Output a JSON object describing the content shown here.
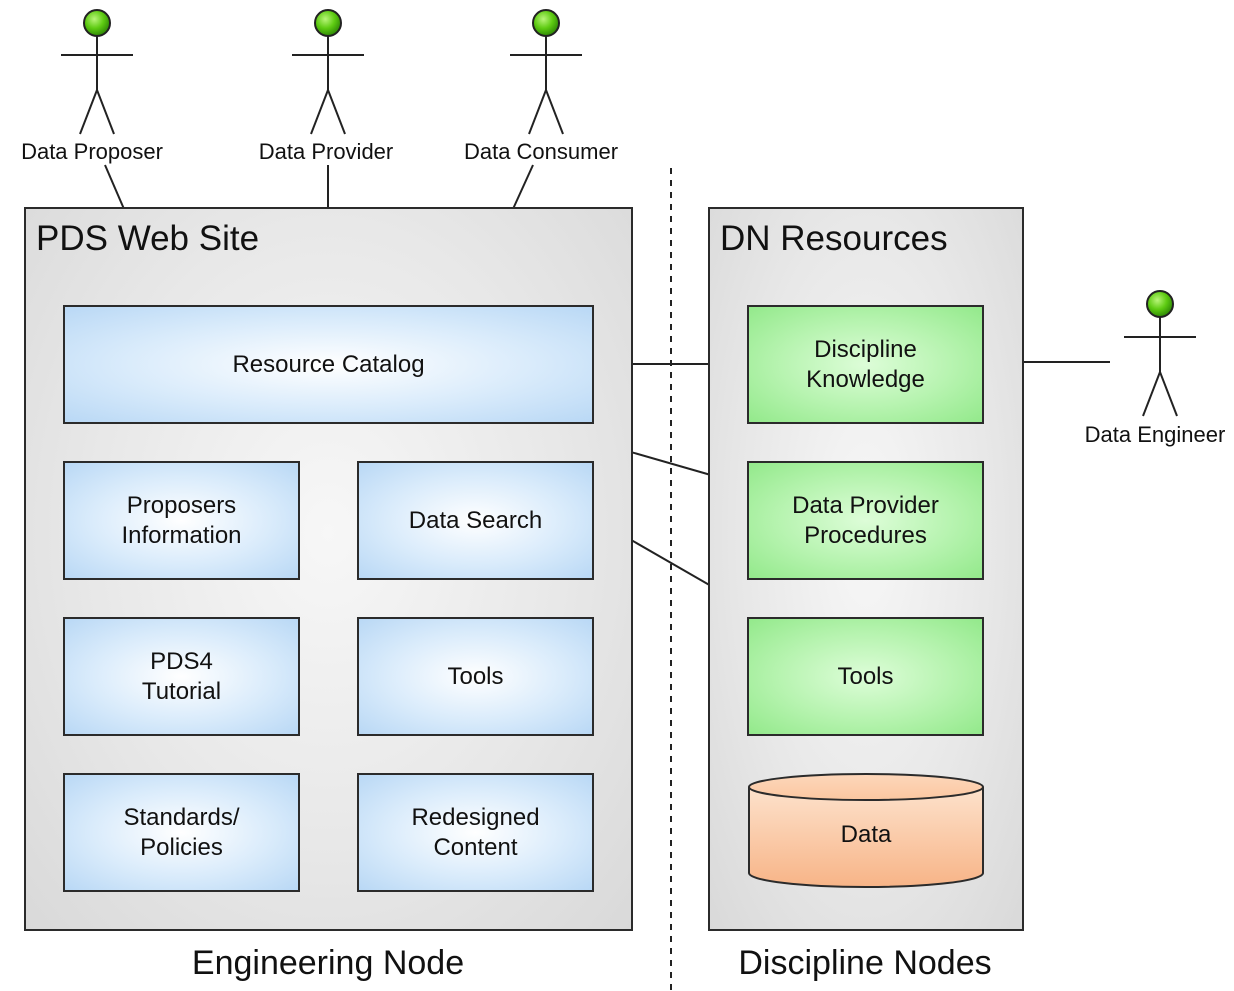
{
  "actors": {
    "proposer": "Data Proposer",
    "provider": "Data Provider",
    "consumer": "Data Consumer",
    "engineer": "Data Engineer"
  },
  "pds_site": {
    "title": "PDS Web Site",
    "resource_catalog": "Resource Catalog",
    "proposers_info": "Proposers\nInformation",
    "data_search": "Data Search",
    "pds4_tutorial": "PDS4\nTutorial",
    "tools": "Tools",
    "standards": "Standards/\nPolicies",
    "redesigned": "Redesigned\nContent"
  },
  "dn_resources": {
    "title": "DN Resources",
    "discipline_knowledge": "Discipline\nKnowledge",
    "provider_procedures": "Data Provider\nProcedures",
    "tools": "Tools",
    "data": "Data"
  },
  "nodes": {
    "engineering": "Engineering Node",
    "discipline": "Discipline Nodes"
  },
  "colors": {
    "actor_head": "#5ecb12",
    "db_fill": "#fbc7a0"
  }
}
